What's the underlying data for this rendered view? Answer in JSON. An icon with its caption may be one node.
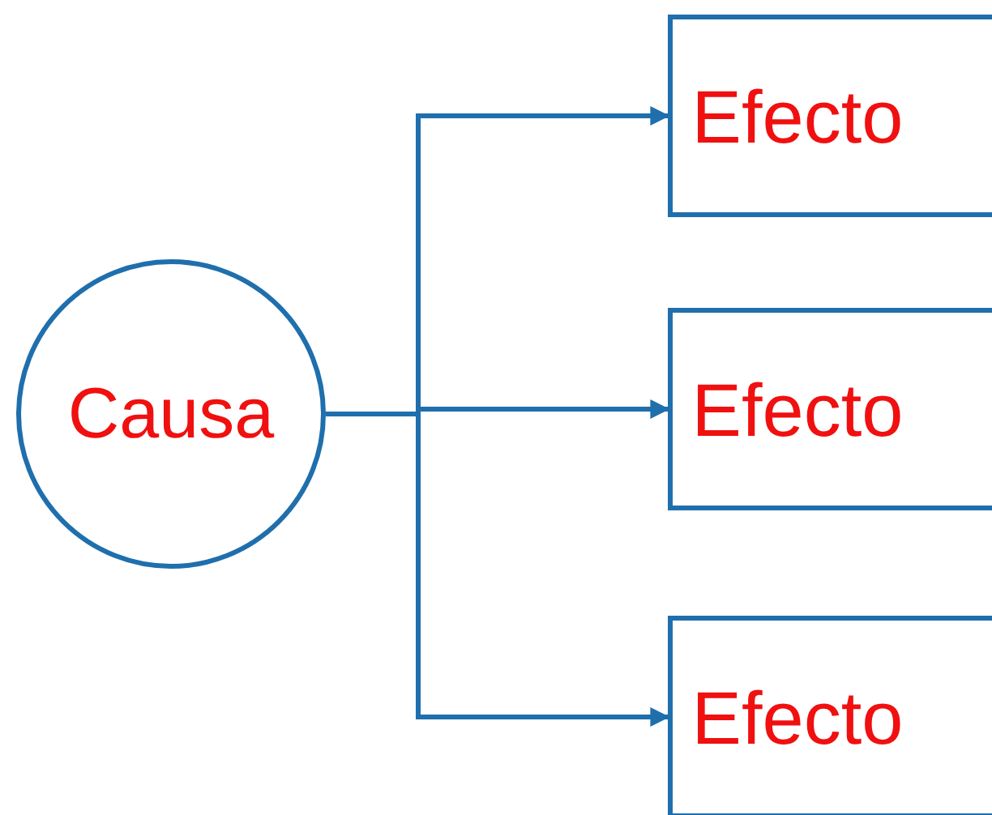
{
  "diagram": {
    "nodes": [
      {
        "text": [
          "Causa"
        ]
      },
      {
        "text": [
          "Efecto"
        ]
      },
      {
        "text": [
          "Efecto"
        ]
      },
      {
        "text": [
          "Efecto"
        ]
      }
    ],
    "edges": [
      {
        "from": 0,
        "to": 1,
        "arrow": "to"
      },
      {
        "from": 0,
        "to": 2,
        "arrow": "to"
      },
      {
        "from": 0,
        "to": 3,
        "arrow": "to"
      }
    ]
  }
}
